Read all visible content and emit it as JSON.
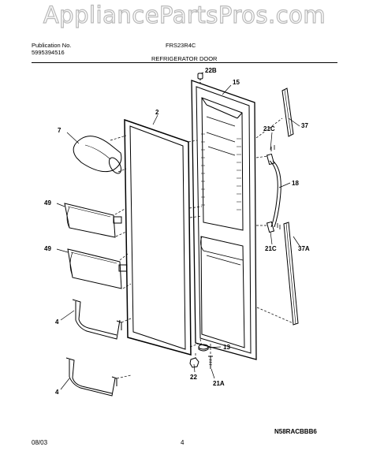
{
  "watermark": "AppliancePartsPros.com",
  "header": {
    "publication_label": "Publication No.",
    "publication_number": "5995394516",
    "model": "FRS23R4C",
    "section_title": "REFRIGERATOR DOOR"
  },
  "callouts": {
    "c22B": "22B",
    "c15": "15",
    "c2": "2",
    "c37": "37",
    "c7": "7",
    "c21C_top": "21C",
    "c18": "18",
    "c49_a": "49",
    "c49_b": "49",
    "c21C_bottom": "21C",
    "c37A": "37A",
    "c4_a": "4",
    "c4_b": "4",
    "c13": "13",
    "c22": "22",
    "c21A": "21A"
  },
  "footer": {
    "date": "08/03",
    "page": "4",
    "code": "N58RACBBB6"
  }
}
